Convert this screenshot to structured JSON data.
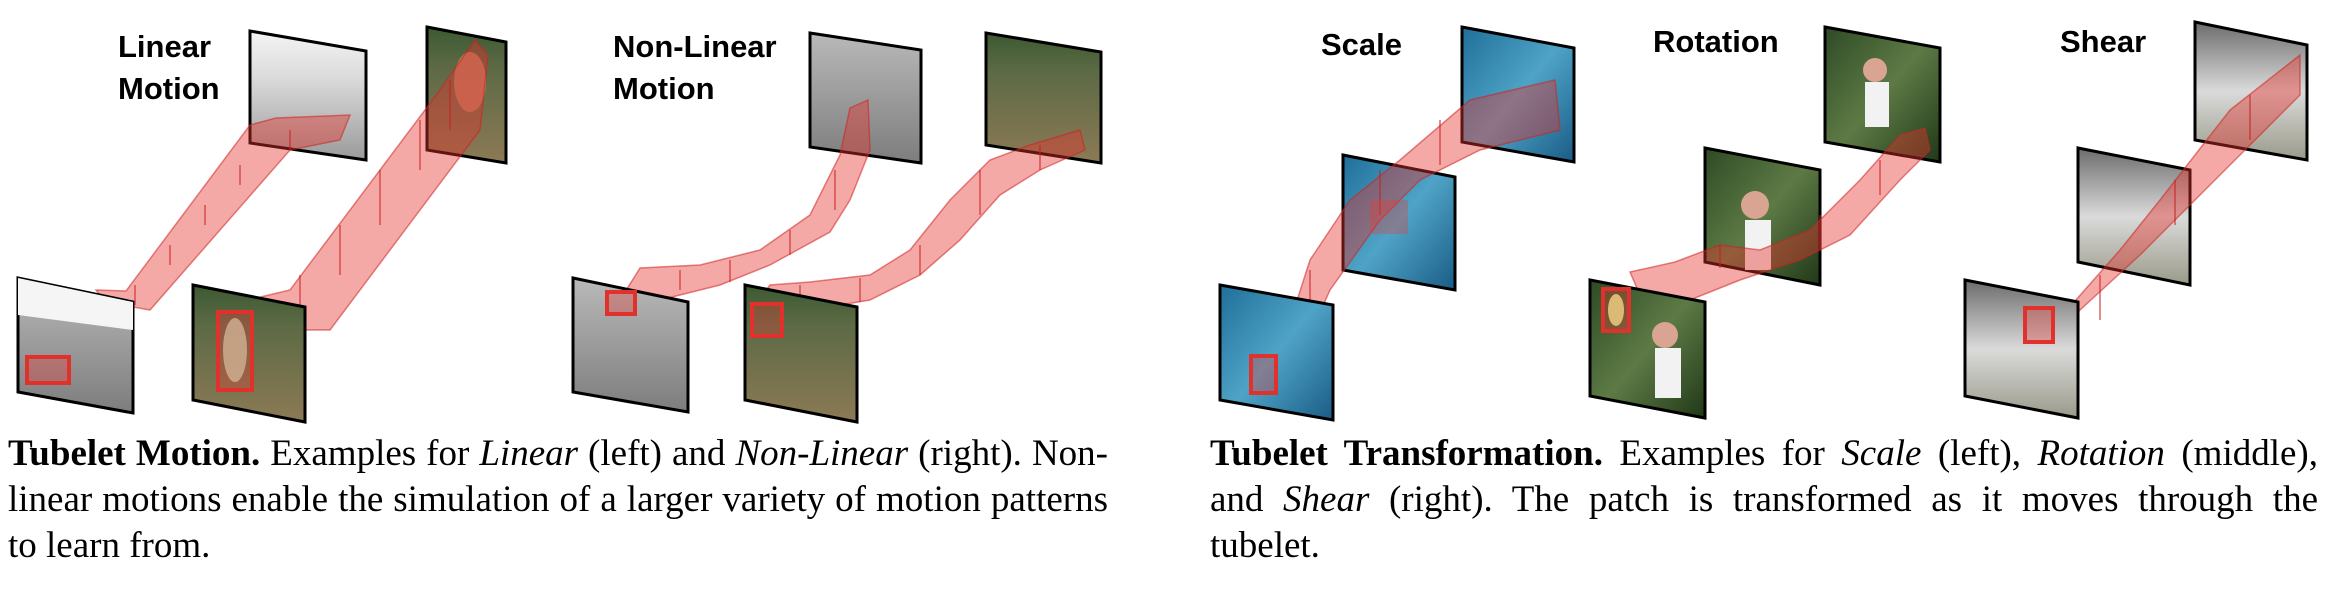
{
  "panels": {
    "linear_label": "Linear\nMotion",
    "nonlinear_label": "Non-Linear\nMotion",
    "scale_label": "Scale",
    "rotation_label": "Rotation",
    "shear_label": "Shear"
  },
  "captions": {
    "motion": {
      "title": "Tubelet Motion.",
      "t1": " Examples for ",
      "linear": "Linear",
      "t2": " (left) and ",
      "nonlinear": "Non-Linear",
      "t3": " (right). Non-linear motions enable the simulation of a larger variety of motion patterns to learn from."
    },
    "transformation": {
      "title": "Tubelet Transformation.",
      "t1": " Examples for ",
      "scale": "Scale",
      "t2": " (left), ",
      "rotation": "Rotation",
      "t3": " (middle), and ",
      "shear": "Shear",
      "t4": " (right). The patch is transformed as it moves through the tubelet."
    }
  },
  "colors": {
    "tubelet": "#e43c37",
    "frame_border": "#000000"
  }
}
